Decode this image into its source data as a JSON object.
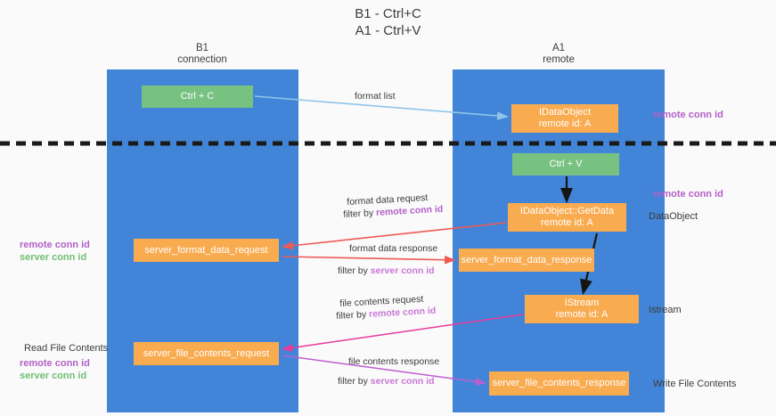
{
  "title": "B1 - Ctrl+C\nA1 - Ctrl+V",
  "columns": {
    "left": "B1\nconnection",
    "right": "A1\nremote"
  },
  "nodes": {
    "ctrl_c": "Ctrl + C",
    "idataobject": "IDataObject\nremote id: A",
    "ctrl_v": "Ctrl + V",
    "getdata": "IDataObject::GetData\nremote id: A",
    "server_format_data_request": "server_format_data_request",
    "server_format_data_response": "server_format_data_response",
    "istream": "IStream\nremote id: A",
    "server_file_contents_request": "server_file_contents_request",
    "server_file_contents_response": "server_file_contents_response"
  },
  "side_labels": {
    "remote_conn_id_top": "remote conn id",
    "remote_conn_id_mid": "remote conn id",
    "dataobject": "DataObject",
    "istream": "Istream",
    "write_file_contents": "Write File Contents",
    "read_file_contents": "Read File Contents",
    "left_ids_mid": "remote conn id\nserver conn id",
    "left_ids_bottom": "remote conn id\nserver conn id"
  },
  "edge_labels": {
    "format_list": "format list",
    "format_data_request": "format data request",
    "format_data_request_filter_prefix": "filter by ",
    "format_data_request_filter_value": "remote conn id",
    "format_data_response": "format data response",
    "format_data_response_filter_prefix": "filter by ",
    "format_data_response_filter_value": "server conn id",
    "file_contents_request": "file contents request",
    "file_contents_request_filter_prefix": "filter by ",
    "file_contents_request_filter_value": "remote conn id",
    "file_contents_response": "file contents response",
    "file_contents_response_filter_prefix": "filter by ",
    "file_contents_response_filter_value": "server conn id"
  },
  "colors": {
    "lane": "#4285d8",
    "node_green": "#77c281",
    "node_orange": "#f9ab50",
    "purple": "#b35fc9",
    "green_text": "#6fbf73",
    "arrow_blue": "#8ec5e8",
    "arrow_red": "#ef5a55",
    "arrow_magenta": "#e8399a",
    "arrow_orchid": "#bb5fd0",
    "divider": "#1a1a1a",
    "background": "#fafafa"
  }
}
